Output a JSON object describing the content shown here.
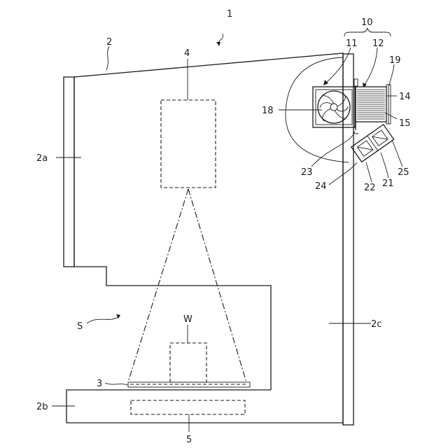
{
  "labels": {
    "device": "1",
    "housing": "2",
    "panel_left": "2a",
    "base": "2b",
    "panel_right": "2c",
    "stage": "3",
    "camera_unit": "4",
    "lower_unit": "5",
    "cooling_unit": "10",
    "fan": "11",
    "heat_sink": "12",
    "part_14": "14",
    "part_15": "15",
    "part_18": "18",
    "part_19": "19",
    "part_21": "21",
    "part_22": "22",
    "part_23": "23",
    "part_24": "24",
    "part_25": "25",
    "space": "S",
    "workpiece": "W"
  }
}
